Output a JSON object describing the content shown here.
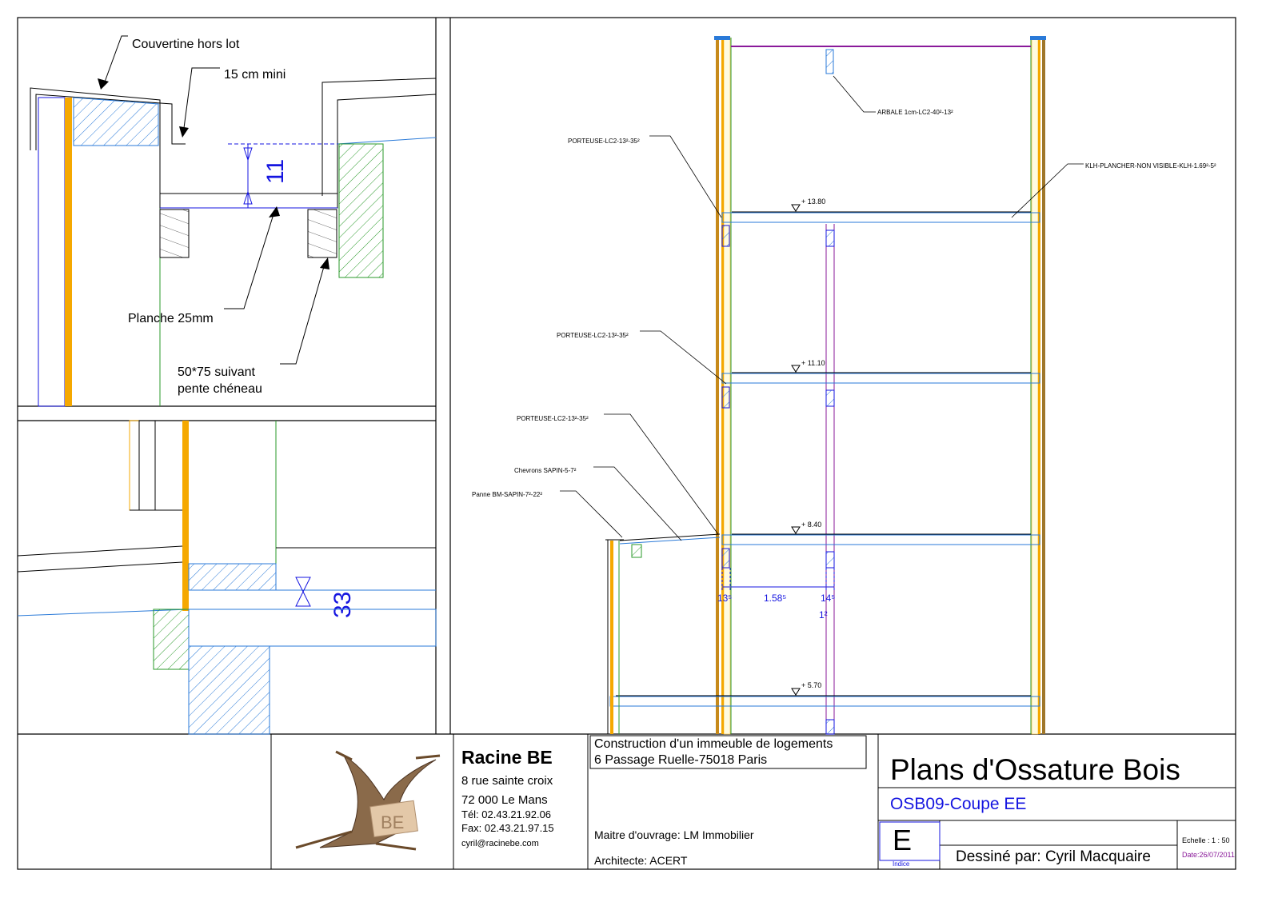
{
  "detail_top": {
    "labels": {
      "couvertine": "Couvertine hors lot",
      "mini": "15 cm mini",
      "planche": "Planche 25mm",
      "suivant_1": "50*75 suivant",
      "suivant_2": "pente chéneau"
    },
    "dimension": "11"
  },
  "detail_bottom": {
    "dimension": "33"
  },
  "section": {
    "labels": {
      "arbaletrier": "ARBALE 1cm-LC2-40²-13²",
      "porteuse_1": "PORTEUSE-LC2-13²-35²",
      "klh": "KLH-PLANCHER-NON VISIBLE-KLH-1.69²-5²",
      "porteuse_2": "PORTEUSE-LC2-13²-35²",
      "porteuse_3": "PORTEUSE-LC2-13²-35²",
      "chevrons": "Chevrons SAPIN-5-7²",
      "panne": "Panne BM-SAPIN-7²-22²"
    },
    "levels": [
      "+ 13.80",
      "+ 11.10",
      "+ 8.40",
      "+ 5.70"
    ],
    "dims": {
      "left": "13⁵",
      "middle": "1.58⁵",
      "right": "14⁵",
      "below": "1²"
    }
  },
  "title_block": {
    "company": {
      "name": "Racine BE",
      "street": "8 rue sainte croix",
      "city": "72 000 Le Mans",
      "tel": "Tél: 02.43.21.92.06",
      "fax": "Fax: 02.43.21.97.15",
      "email": "cyril@racinebe.com",
      "logo_text": "BE"
    },
    "project": {
      "line1": "Construction d'un immeuble de logements",
      "line2": "6 Passage Ruelle-75018 Paris",
      "owner": "Maitre d'ouvrage: LM Immobilier",
      "architect": "Architecte: ACERT"
    },
    "title": "Plans d'Ossature Bois",
    "subtitle": "OSB09-Coupe EE",
    "index": "E",
    "index_label": "Indice",
    "drawn_by": "Dessiné par: Cyril Macquaire",
    "scale": "Echelle : 1 : 50",
    "date": "Date:26/07/2011"
  },
  "colors": {
    "blue": "#1515e0",
    "orange": "#f5a800",
    "green": "#2a9a2a",
    "purple": "#8a1a9a",
    "cyan": "#2a7ad8"
  }
}
